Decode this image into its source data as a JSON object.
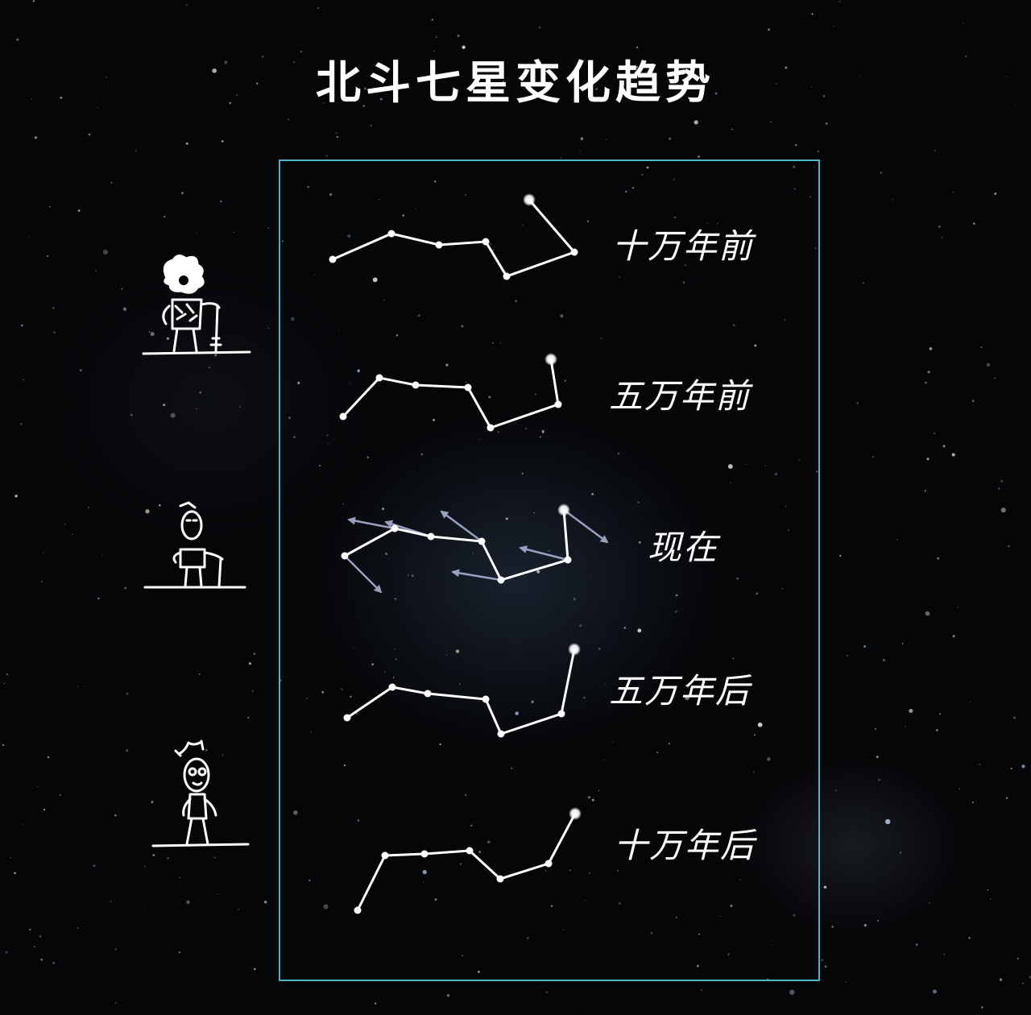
{
  "title": "北斗七星变化趋势",
  "colors": {
    "frame": "#4ab7c9",
    "line": "#ffffff",
    "arrow": "#9aa0bf",
    "background": "#050608"
  },
  "eras": [
    {
      "id": "100k-ago",
      "label": "十万年前"
    },
    {
      "id": "50k-ago",
      "label": "五万年前"
    },
    {
      "id": "now",
      "label": "现在"
    },
    {
      "id": "50k-later",
      "label": "五万年后"
    },
    {
      "id": "100k-later",
      "label": "十万年后"
    }
  ],
  "figures": [
    {
      "id": "caveman-figure",
      "icon": "caveman-drawing"
    },
    {
      "id": "modern-man-figure",
      "icon": "modern-man-drawing"
    },
    {
      "id": "alien-figure",
      "icon": "alien-drawing"
    }
  ]
}
